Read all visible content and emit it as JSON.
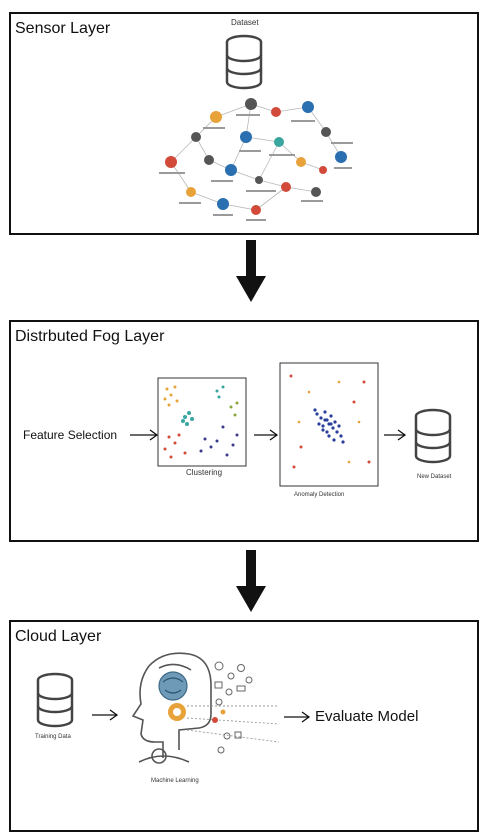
{
  "sensor": {
    "title": "Sensor Layer",
    "dataset_label": "Dataset"
  },
  "fog": {
    "title": "Distrbuted Fog Layer",
    "feature_selection": "Feature Selection",
    "clustering": "Clustering",
    "anomaly_detection": "Anomaly Detection",
    "new_dataset": "New Dataset"
  },
  "cloud": {
    "title": "Cloud Layer",
    "training_data": "Training Data",
    "machine_learning": "Machine Learning",
    "evaluate_model": "Evaluate Model"
  },
  "colors": {
    "border": "#111111",
    "arrow": "#111111",
    "accent_orange": "#e8a23a",
    "accent_blue": "#2a6fb0",
    "accent_red": "#d24a3a",
    "accent_teal": "#3aa6a0"
  }
}
